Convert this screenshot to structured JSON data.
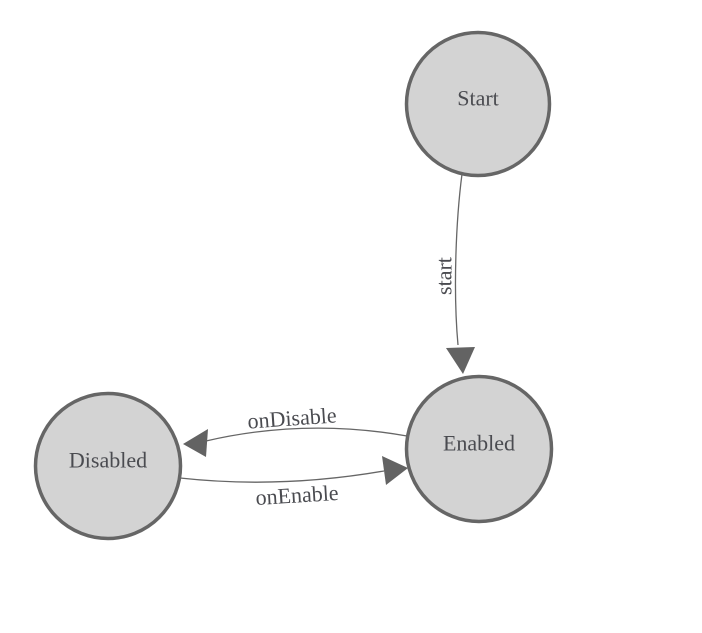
{
  "diagram": {
    "type": "state-machine",
    "background": "#ffffff",
    "nodes": [
      {
        "id": "start",
        "label": "Start",
        "shape": "circle"
      },
      {
        "id": "enabled",
        "label": "Enabled",
        "shape": "circle"
      },
      {
        "id": "disabled",
        "label": "Disabled",
        "shape": "circle"
      }
    ],
    "edges": [
      {
        "from": "start",
        "to": "enabled",
        "label": "start"
      },
      {
        "from": "enabled",
        "to": "disabled",
        "label": "onDisable"
      },
      {
        "from": "disabled",
        "to": "enabled",
        "label": "onEnable"
      }
    ],
    "colors": {
      "node_fill": "#d3d3d3",
      "node_stroke": "#666666",
      "edge_stroke": "#666666",
      "arrow_fill": "#636363",
      "label_text": "#4a4b50"
    }
  }
}
